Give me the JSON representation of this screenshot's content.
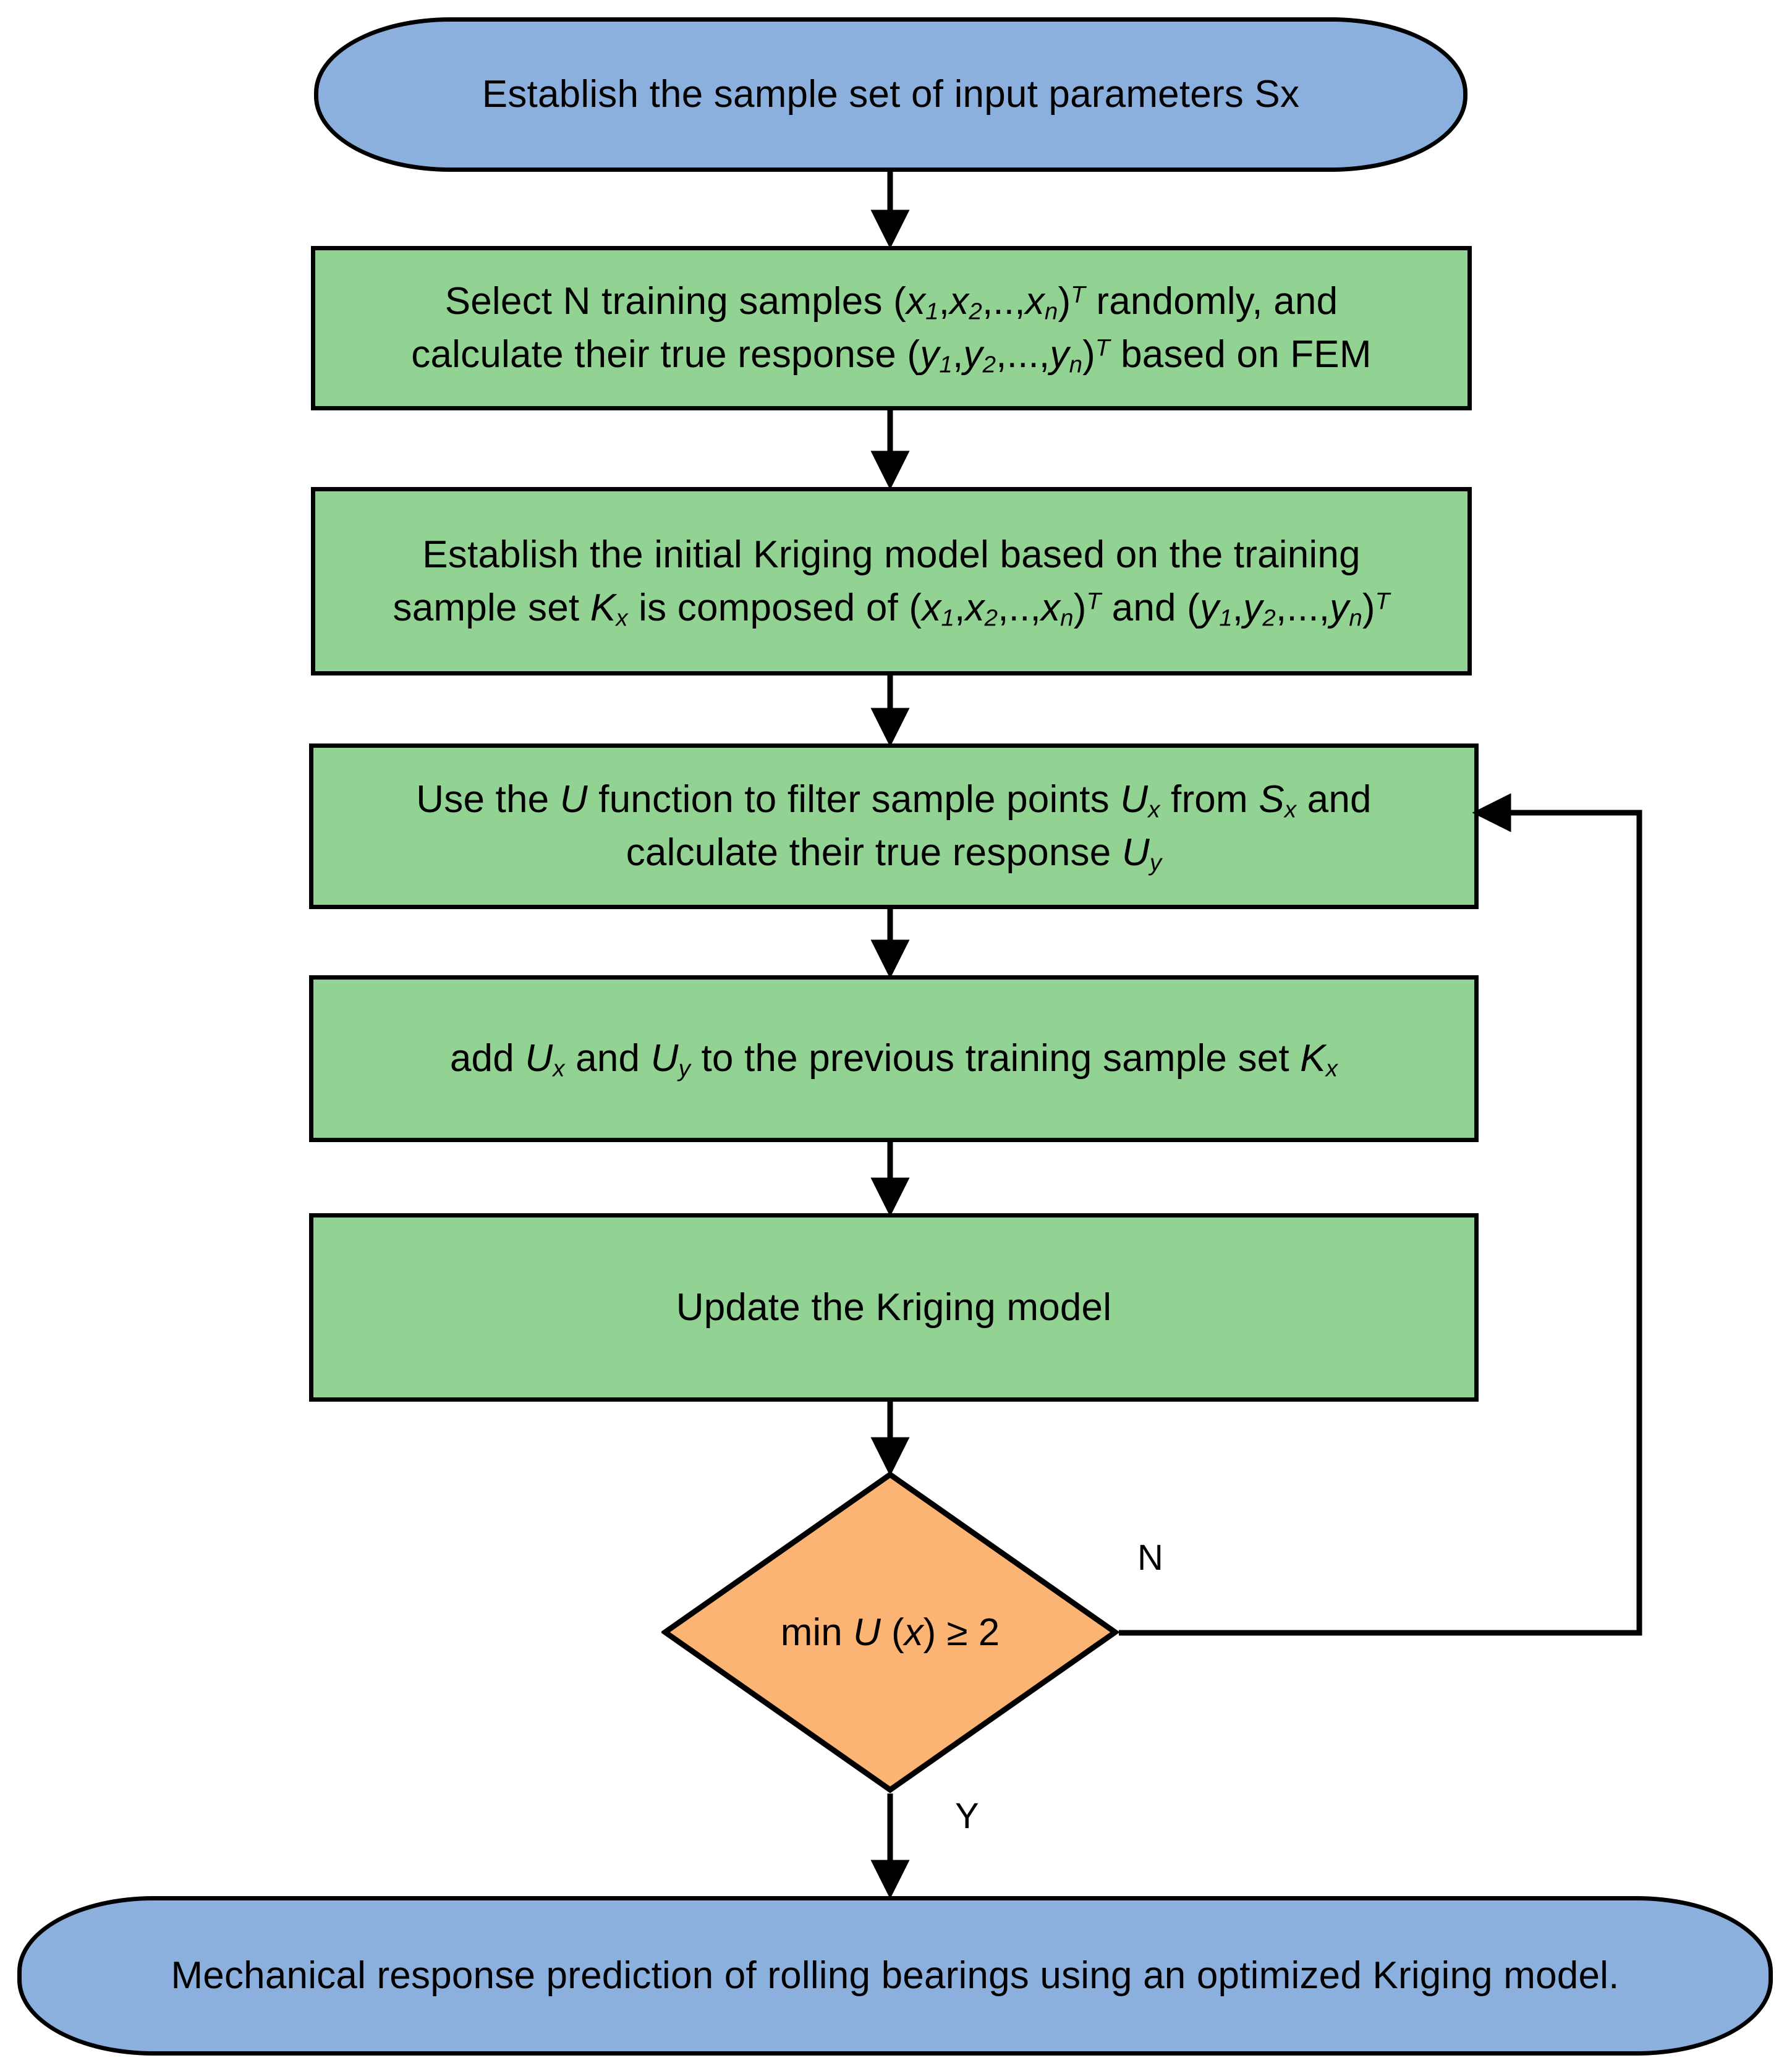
{
  "diagram": {
    "type": "flowchart",
    "orientation": "top-to-bottom",
    "colors": {
      "terminal_fill": "#8cb0de",
      "process_fill": "#92d292",
      "decision_fill": "#fbb473",
      "stroke": "#000000",
      "background": "#ffffff"
    },
    "nodes": [
      {
        "id": "start",
        "shape": "rounded-terminal",
        "text": "Establish the sample set of input parameters Sx"
      },
      {
        "id": "select-samples",
        "shape": "process",
        "line1_a": "Select N training samples (",
        "line1_var1": "x",
        "line1_sub1": "1",
        "line1_var2": "x",
        "line1_sub2": "2",
        "line1_dots": ",..,",
        "line1_var3": "x",
        "line1_sub3": "n",
        "line1_close": ")",
        "line1_sup": "T",
        "line1_b": " randomly, and",
        "line2_a": "calculate their true response  (",
        "line2_var1": "y",
        "line2_sub1": "1",
        "line2_var2": "y",
        "line2_sub2": "2",
        "line2_dots": ",...,",
        "line2_var3": "y",
        "line2_sub3": "n",
        "line2_close": ")",
        "line2_sup": "T",
        "line2_b": " based on FEM",
        "plain_text": "Select N training samples (x1,x2,..,xn)T randomly, and calculate their true response (y1,y2,...,yn)T based on FEM"
      },
      {
        "id": "initial-kriging",
        "shape": "process",
        "line1": "Establish the initial Kriging model based on the training",
        "line2_a": "sample set ",
        "line2_k": "K",
        "line2_ksub": "x",
        "line2_b": " is composed of  (",
        "line2_var1": "x",
        "line2_sub1": "1",
        "line2_var2": "x",
        "line2_sub2": "2",
        "line2_dots": ",..,",
        "line2_var3": "x",
        "line2_sub3": "n",
        "line2_close": ")",
        "line2_sup": "T",
        "line2_c": " and  (",
        "line2_var4": "y",
        "line2_sub4": "1",
        "line2_var5": "y",
        "line2_sub5": "2",
        "line2_dots2": ",...,",
        "line2_var6": "y",
        "line2_sub6": "n",
        "line2_close2": ")",
        "line2_sup2": "T",
        "plain_text": "Establish the initial Kriging model based on the training sample set Kx is composed of (x1,x2,..,xn)T and (y1,y2,...,yn)T"
      },
      {
        "id": "u-function",
        "shape": "process",
        "line1_a": "Use the ",
        "line1_u": "U",
        "line1_b": " function to filter sample points ",
        "line1_ux": "U",
        "line1_uxsub": "x",
        "line1_c": " from ",
        "line1_sx": "S",
        "line1_sxsub": "x",
        "line1_d": " and",
        "line2_a": "calculate their true response ",
        "line2_uy": "U",
        "line2_uysub": "y",
        "plain_text": "Use the U function to filter sample points Ux from Sx and calculate their true response Uy"
      },
      {
        "id": "add-to-set",
        "shape": "process",
        "a": "add ",
        "ux": "U",
        "uxsub": "x",
        "b": " and ",
        "uy": "U",
        "uysub": "y",
        "c": "  to the previous training sample set ",
        "k": "K",
        "ksub": "x",
        "plain_text": "add Ux and Uy to the previous training sample set Kx"
      },
      {
        "id": "update-kriging",
        "shape": "process",
        "text": "Update the Kriging model"
      },
      {
        "id": "decision-min-u",
        "shape": "diamond",
        "a": "min ",
        "u": "U",
        "b": " (",
        "x": "x",
        "c": ") ≥ 2",
        "plain_text": "min U (x) ≥ 2"
      },
      {
        "id": "end",
        "shape": "rounded-terminal",
        "text": "Mechanical response prediction of rolling bearings using an optimized Kriging model."
      }
    ],
    "edge_labels": {
      "no": "N",
      "yes": "Y"
    },
    "edges": [
      {
        "from": "start",
        "to": "select-samples",
        "label": ""
      },
      {
        "from": "select-samples",
        "to": "initial-kriging",
        "label": ""
      },
      {
        "from": "initial-kriging",
        "to": "u-function",
        "label": ""
      },
      {
        "from": "u-function",
        "to": "add-to-set",
        "label": ""
      },
      {
        "from": "add-to-set",
        "to": "update-kriging",
        "label": ""
      },
      {
        "from": "update-kriging",
        "to": "decision-min-u",
        "label": ""
      },
      {
        "from": "decision-min-u",
        "to": "u-function",
        "label": "N"
      },
      {
        "from": "decision-min-u",
        "to": "end",
        "label": "Y"
      }
    ]
  }
}
